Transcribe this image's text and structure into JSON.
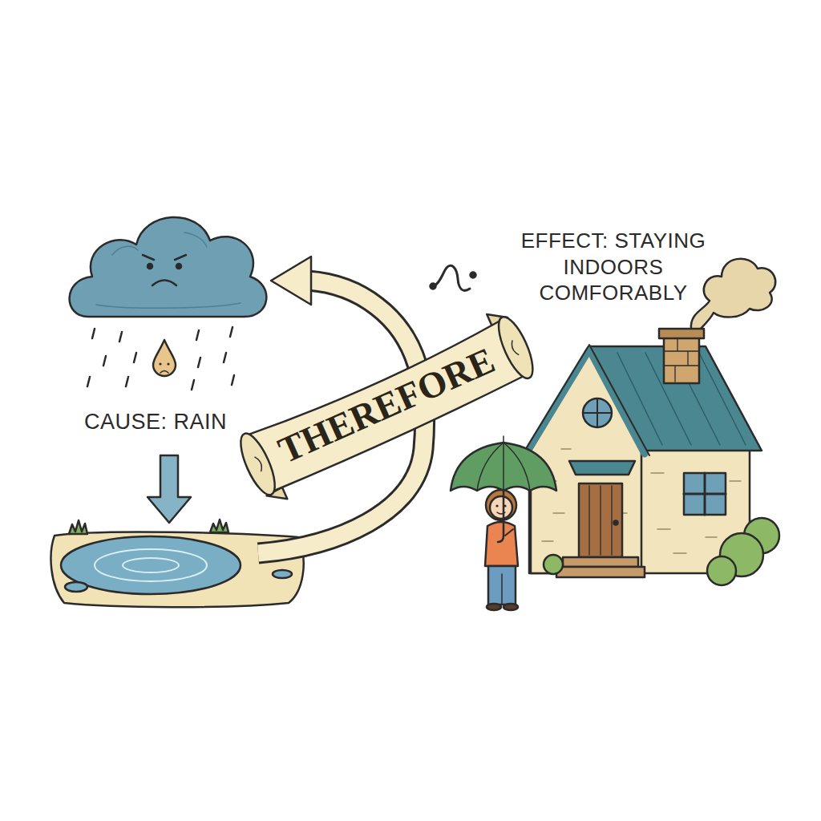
{
  "diagram": {
    "nodes": [
      {
        "text": [
          "THEREFORE"
        ]
      }
    ],
    "labels": [
      "EFFECT: STAYING INDOORS COMFORABLY",
      "CAUSE: RAIN"
    ]
  }
}
